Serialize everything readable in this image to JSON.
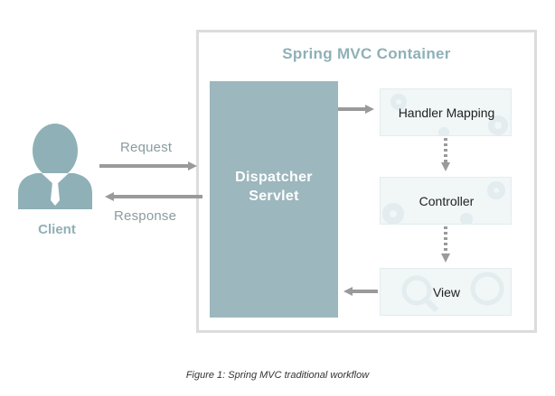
{
  "container": {
    "title": "Spring MVC Container"
  },
  "dispatcher": {
    "line1": "Dispatcher",
    "line2": "Servlet"
  },
  "components": {
    "handler_mapping": "Handler Mapping",
    "controller": "Controller",
    "view": "View"
  },
  "flows": {
    "request": "Request",
    "response": "Response"
  },
  "client": {
    "label": "Client"
  },
  "caption": "Figure 1: Spring MVC traditional workflow",
  "colors": {
    "accent": "#9cb7bd",
    "arrow": "#9a9a9a",
    "client_figure": "#8fb0b7",
    "dotted_arrow": "#9a9a9a"
  },
  "icons": {
    "client": "person-with-tie-icon",
    "gear": "gear-icon",
    "magnifier": "magnifier-icon"
  }
}
